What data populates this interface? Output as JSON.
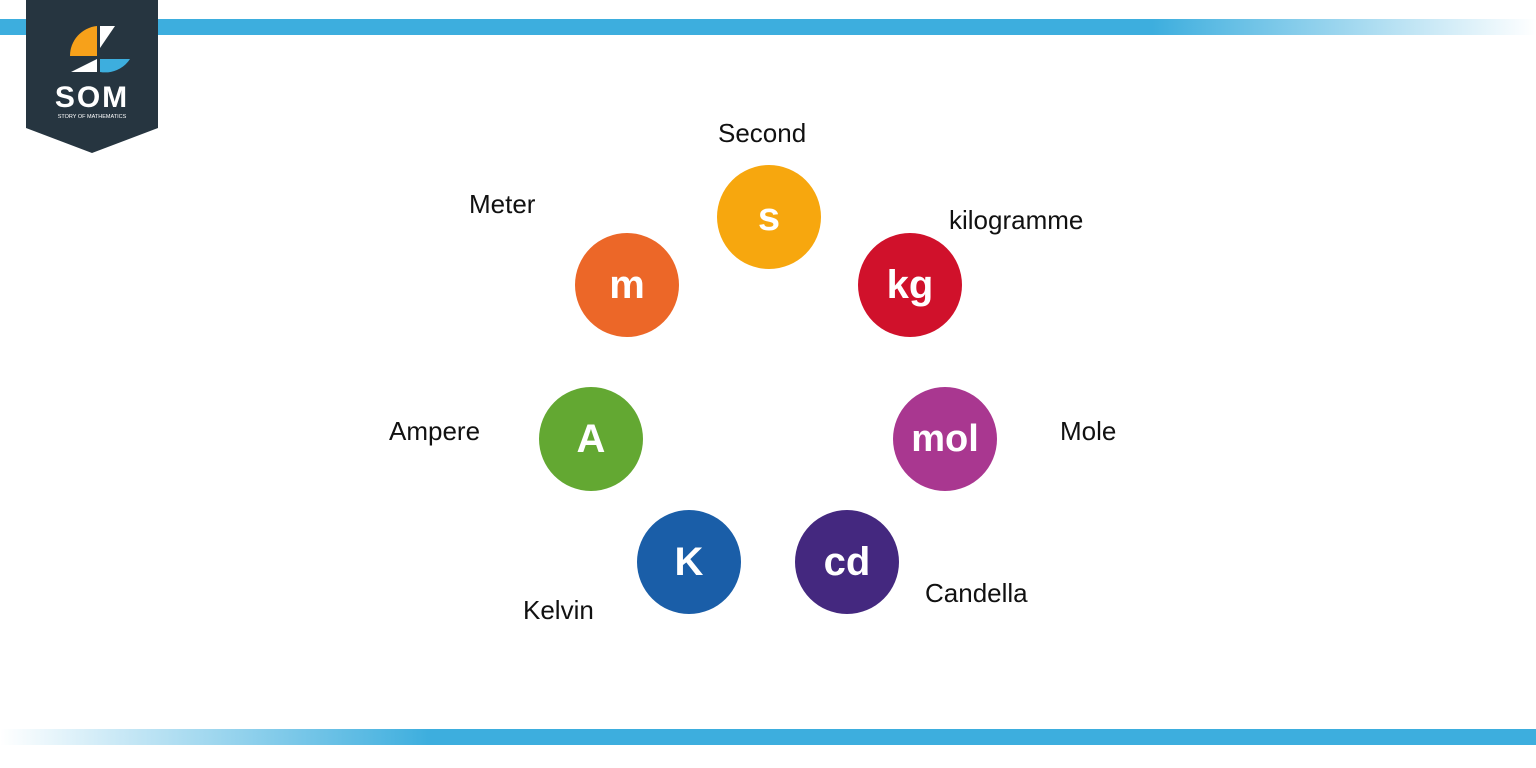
{
  "logo": {
    "text": "SOM",
    "subtitle": "STORY OF MATHEMATICS",
    "colors": {
      "background": "#263540",
      "orange": "#f7a11a",
      "blue": "#3daede"
    }
  },
  "accent_color": "#3daede",
  "units": [
    {
      "symbol": "s",
      "name": "Second",
      "color": "#f7a70e"
    },
    {
      "symbol": "kg",
      "name": "kilogramme",
      "color": "#d0112b"
    },
    {
      "symbol": "mol",
      "name": "Mole",
      "color": "#a93790"
    },
    {
      "symbol": "cd",
      "name": "Candella",
      "color": "#44287f"
    },
    {
      "symbol": "K",
      "name": "Kelvin",
      "color": "#1a5ea8"
    },
    {
      "symbol": "A",
      "name": "Ampere",
      "color": "#63a832"
    },
    {
      "symbol": "m",
      "name": "Meter",
      "color": "#ec6728"
    }
  ]
}
